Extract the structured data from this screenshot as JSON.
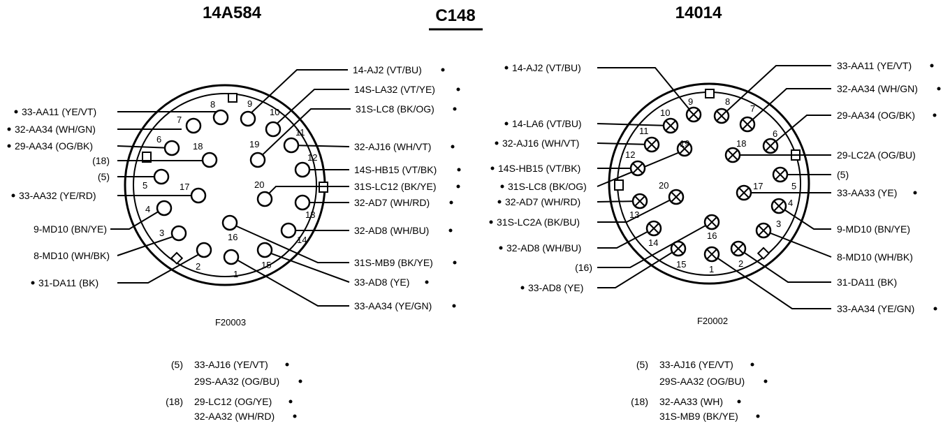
{
  "header": {
    "left_part": "14A584",
    "connector": "C148",
    "right_part": "14014"
  },
  "left_connector": {
    "figure_id": "F20003",
    "pin_labels": [
      "8",
      "9",
      "10",
      "7",
      "11",
      "6",
      "18",
      "19",
      "12",
      "5",
      "17",
      "20",
      "4",
      "13",
      "3",
      "16",
      "14",
      "2",
      "15",
      "1"
    ],
    "wires_left": [
      "33-AA11 (YE/VT)",
      "32-AA34 (WH/GN)",
      "29-AA34 (OG/BK)",
      "(18)",
      "(5)",
      "33-AA32 (YE/RD)",
      "9-MD10 (BN/YE)",
      "8-MD10 (WH/BK)",
      "31-DA11 (BK)"
    ],
    "wires_right": [
      "14-AJ2 (VT/BU)",
      "14S-LA32 (VT/YE)",
      "31S-LC8 (BK/OG)",
      "32-AJ16 (WH/VT)",
      "14S-HB15 (VT/BK)",
      "31S-LC12 (BK/YE)",
      "32-AD7 (WH/RD)",
      "32-AD8 (WH/BU)",
      "31S-MB9 (BK/YE)",
      "33-AD8 (YE)",
      "33-AA34 (YE/GN)"
    ]
  },
  "right_connector": {
    "figure_id": "F20002",
    "pin_labels": [
      "10",
      "9",
      "8",
      "7",
      "11",
      "6",
      "19",
      "18",
      "12",
      "5",
      "17",
      "20",
      "4",
      "13",
      "3",
      "14",
      "16",
      "2",
      "15",
      "1"
    ],
    "wires_left": [
      "14-AJ2 (VT/BU)",
      "14-LA6 (VT/BU)",
      "32-AJ16 (WH/VT)",
      "14S-HB15 (VT/BK)",
      "31S-LC8 (BK/OG)",
      "32-AD7 (WH/RD)",
      "31S-LC2A (BK/BU)",
      "32-AD8 (WH/BU)",
      "(16)",
      "33-AD8 (YE)"
    ],
    "wires_right": [
      "33-AA11 (YE/VT)",
      "32-AA34 (WH/GN)",
      "29-AA34 (OG/BK)",
      "29-LC2A (OG/BU)",
      "(5)",
      "33-AA33 (YE)",
      "9-MD10 (BN/YE)",
      "8-MD10 (WH/BK)",
      "31-DA11 (BK)",
      "33-AA34 (YE/GN)"
    ]
  },
  "notes_left": [
    {
      "ref": "(5)",
      "lines": [
        "33-AJ16 (YE/VT)",
        "29S-AA32 (OG/BU)"
      ]
    },
    {
      "ref": "(18)",
      "lines": [
        "29-LC12 (OG/YE)",
        "32-AA32 (WH/RD)"
      ]
    }
  ],
  "notes_right": [
    {
      "ref": "(5)",
      "lines": [
        "33-AJ16 (YE/VT)",
        "29S-AA32 (OG/BU)"
      ]
    },
    {
      "ref": "(18)",
      "lines": [
        "32-AA33 (WH)",
        "31S-MB9 (BK/YE)"
      ]
    }
  ],
  "icons": {
    "splice_marker": "filled-circle-dot",
    "terminal_open": "open-circle",
    "terminal_crossed": "crossed-circle"
  }
}
